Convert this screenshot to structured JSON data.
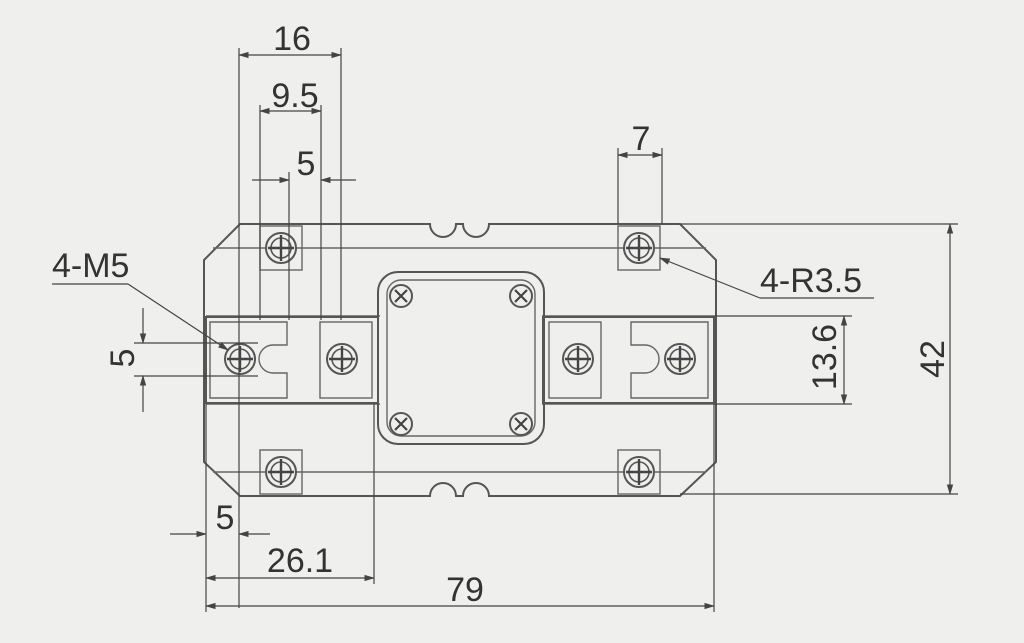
{
  "drawing": {
    "colors": {
      "background": "#efefee",
      "line": "#555555",
      "text": "#333333"
    },
    "dimensions": {
      "width_total": "79",
      "height_total": "42",
      "top_outer": "16",
      "top_mid": "9.5",
      "top_inner": "5",
      "top_right": "7",
      "left_edge": "5",
      "left_block": "26.1",
      "left_vertical": "5",
      "right_vertical": "13.6"
    },
    "callouts": {
      "thread_holes": "4-M5",
      "corner_radius": "4-R3.5"
    }
  }
}
